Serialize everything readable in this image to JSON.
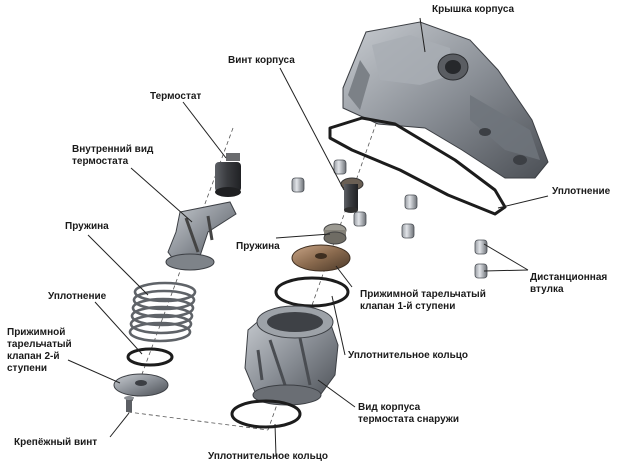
{
  "labels": {
    "kryshka": "Крышка корпуса",
    "vint_korpusa": "Винт корпуса",
    "termostat": "Термостат",
    "vnutrenniy_vid": "Внутренний вид\nтермостата",
    "pruzhina_left": "Пружина",
    "uplotnenie_right": "Уплотнение",
    "pruzhina_center": "Пружина",
    "distancionnaya": "Дистанционная\nвтулка",
    "uplotnenie_left": "Уплотнение",
    "prizhimnoy_2": "Прижимной\nтарельчатый\nклапан 2-й\nступени",
    "prizhimnoy_1": "Прижимной тарельчатый\nклапан 1-й ступени",
    "uplotnitelnoe_1": "Уплотнительное кольцо",
    "vid_korpusa": "Вид корпуса\nтермостата снаружи",
    "krepezhny": "Крепёжный винт",
    "uplotnitelnoe_2": "Уплотнительное кольцо"
  },
  "colors": {
    "metal_dark": "#4b4f55",
    "metal_mid": "#8a8f96",
    "metal_light": "#c9cdd2",
    "bronze": "#8a6a4e",
    "rubber": "#1c1c1c",
    "leader": "#222222"
  }
}
